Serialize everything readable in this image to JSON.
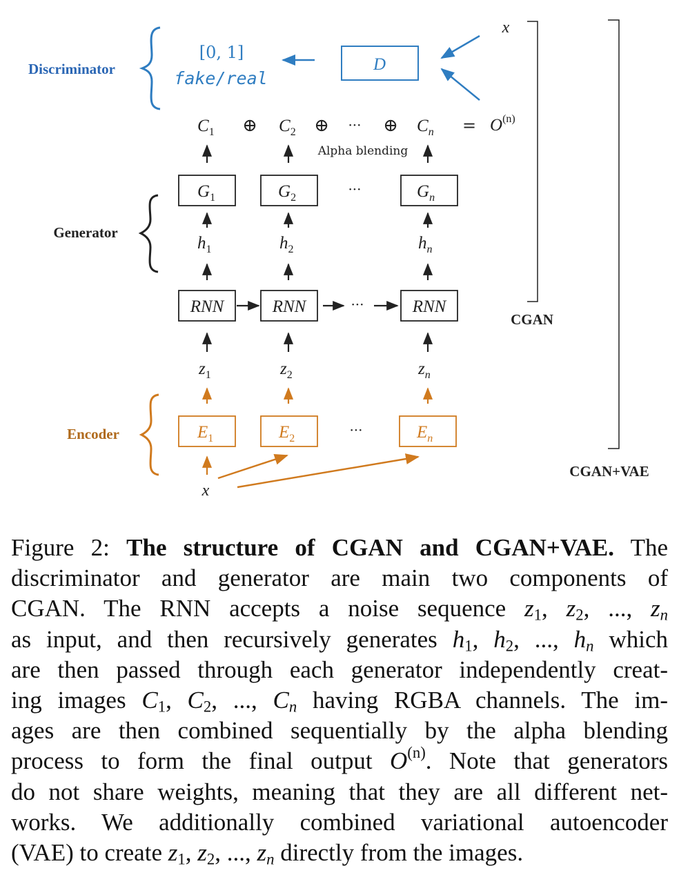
{
  "figure": {
    "discriminator": {
      "label": "Discriminator",
      "range": "[0, 1]",
      "output": "fake/real",
      "box": "D",
      "input": "x"
    },
    "blend": {
      "terms": [
        {
          "base": "C",
          "sub": "1"
        },
        {
          "base": "C",
          "sub": "2"
        },
        {
          "base": "C",
          "sub": "n"
        }
      ],
      "op": "⊕",
      "ellipsis": "···",
      "equals": "=",
      "result_base": "O",
      "result_sup": "(n)",
      "alpha_label": "Alpha blending"
    },
    "generator": {
      "label": "Generator",
      "boxes": [
        {
          "base": "G",
          "sub": "1"
        },
        {
          "base": "G",
          "sub": "2"
        },
        {
          "base": "G",
          "sub": "n"
        }
      ],
      "hidden": [
        {
          "base": "h",
          "sub": "1"
        },
        {
          "base": "h",
          "sub": "2"
        },
        {
          "base": "h",
          "sub": "n"
        }
      ],
      "ellipsis": "···"
    },
    "rnn": {
      "label": "RNN",
      "ellipsis": "···"
    },
    "noise": [
      {
        "base": "z",
        "sub": "1"
      },
      {
        "base": "z",
        "sub": "2"
      },
      {
        "base": "z",
        "sub": "n"
      }
    ],
    "encoder": {
      "label": "Encoder",
      "boxes": [
        {
          "base": "E",
          "sub": "1"
        },
        {
          "base": "E",
          "sub": "2"
        },
        {
          "base": "E",
          "sub": "n"
        }
      ],
      "ellipsis": "···",
      "input": "x"
    },
    "brackets": {
      "cgan": "CGAN",
      "cgan_vae": "CGAN+VAE"
    },
    "colors": {
      "discriminator": "#2f7dc1",
      "discriminator_label": "#2a66b4",
      "encoder": "#d07a1e",
      "encoder_label": "#b06a1c",
      "ink": "#222222"
    }
  },
  "caption": {
    "prefix": "Figure 2: ",
    "title": "The structure of CGAN and CGAN+VAE.",
    "l1_rest": " The",
    "l2": "discriminator and generator are main two components of",
    "l3a": "CGAN. The RNN accepts a noise sequence ",
    "z_seq": "z",
    "l4a": "as input, and then recursively generates ",
    "h_seq": "h",
    "l4b": " which",
    "l5": "are then passed through each generator independently creat-",
    "l6a": "ing images ",
    "c_seq": "C",
    "l6b": " having RGBA channels. The im-",
    "l7": "ages are then combined sequentially by the alpha blending",
    "l8a": "process to form the final output ",
    "o_base": "O",
    "o_sup": "(n)",
    "l8b": ". Note that generators",
    "l9": "do not share weights, meaning that they are all different net-",
    "l10": "works. We additionally combined variational autoencoder",
    "l11a": "(VAE) to create ",
    "l11b": " directly from the images.",
    "sep": ", ",
    "dots": "...",
    "sub1": "1",
    "sub2": "2",
    "subn": "n"
  }
}
